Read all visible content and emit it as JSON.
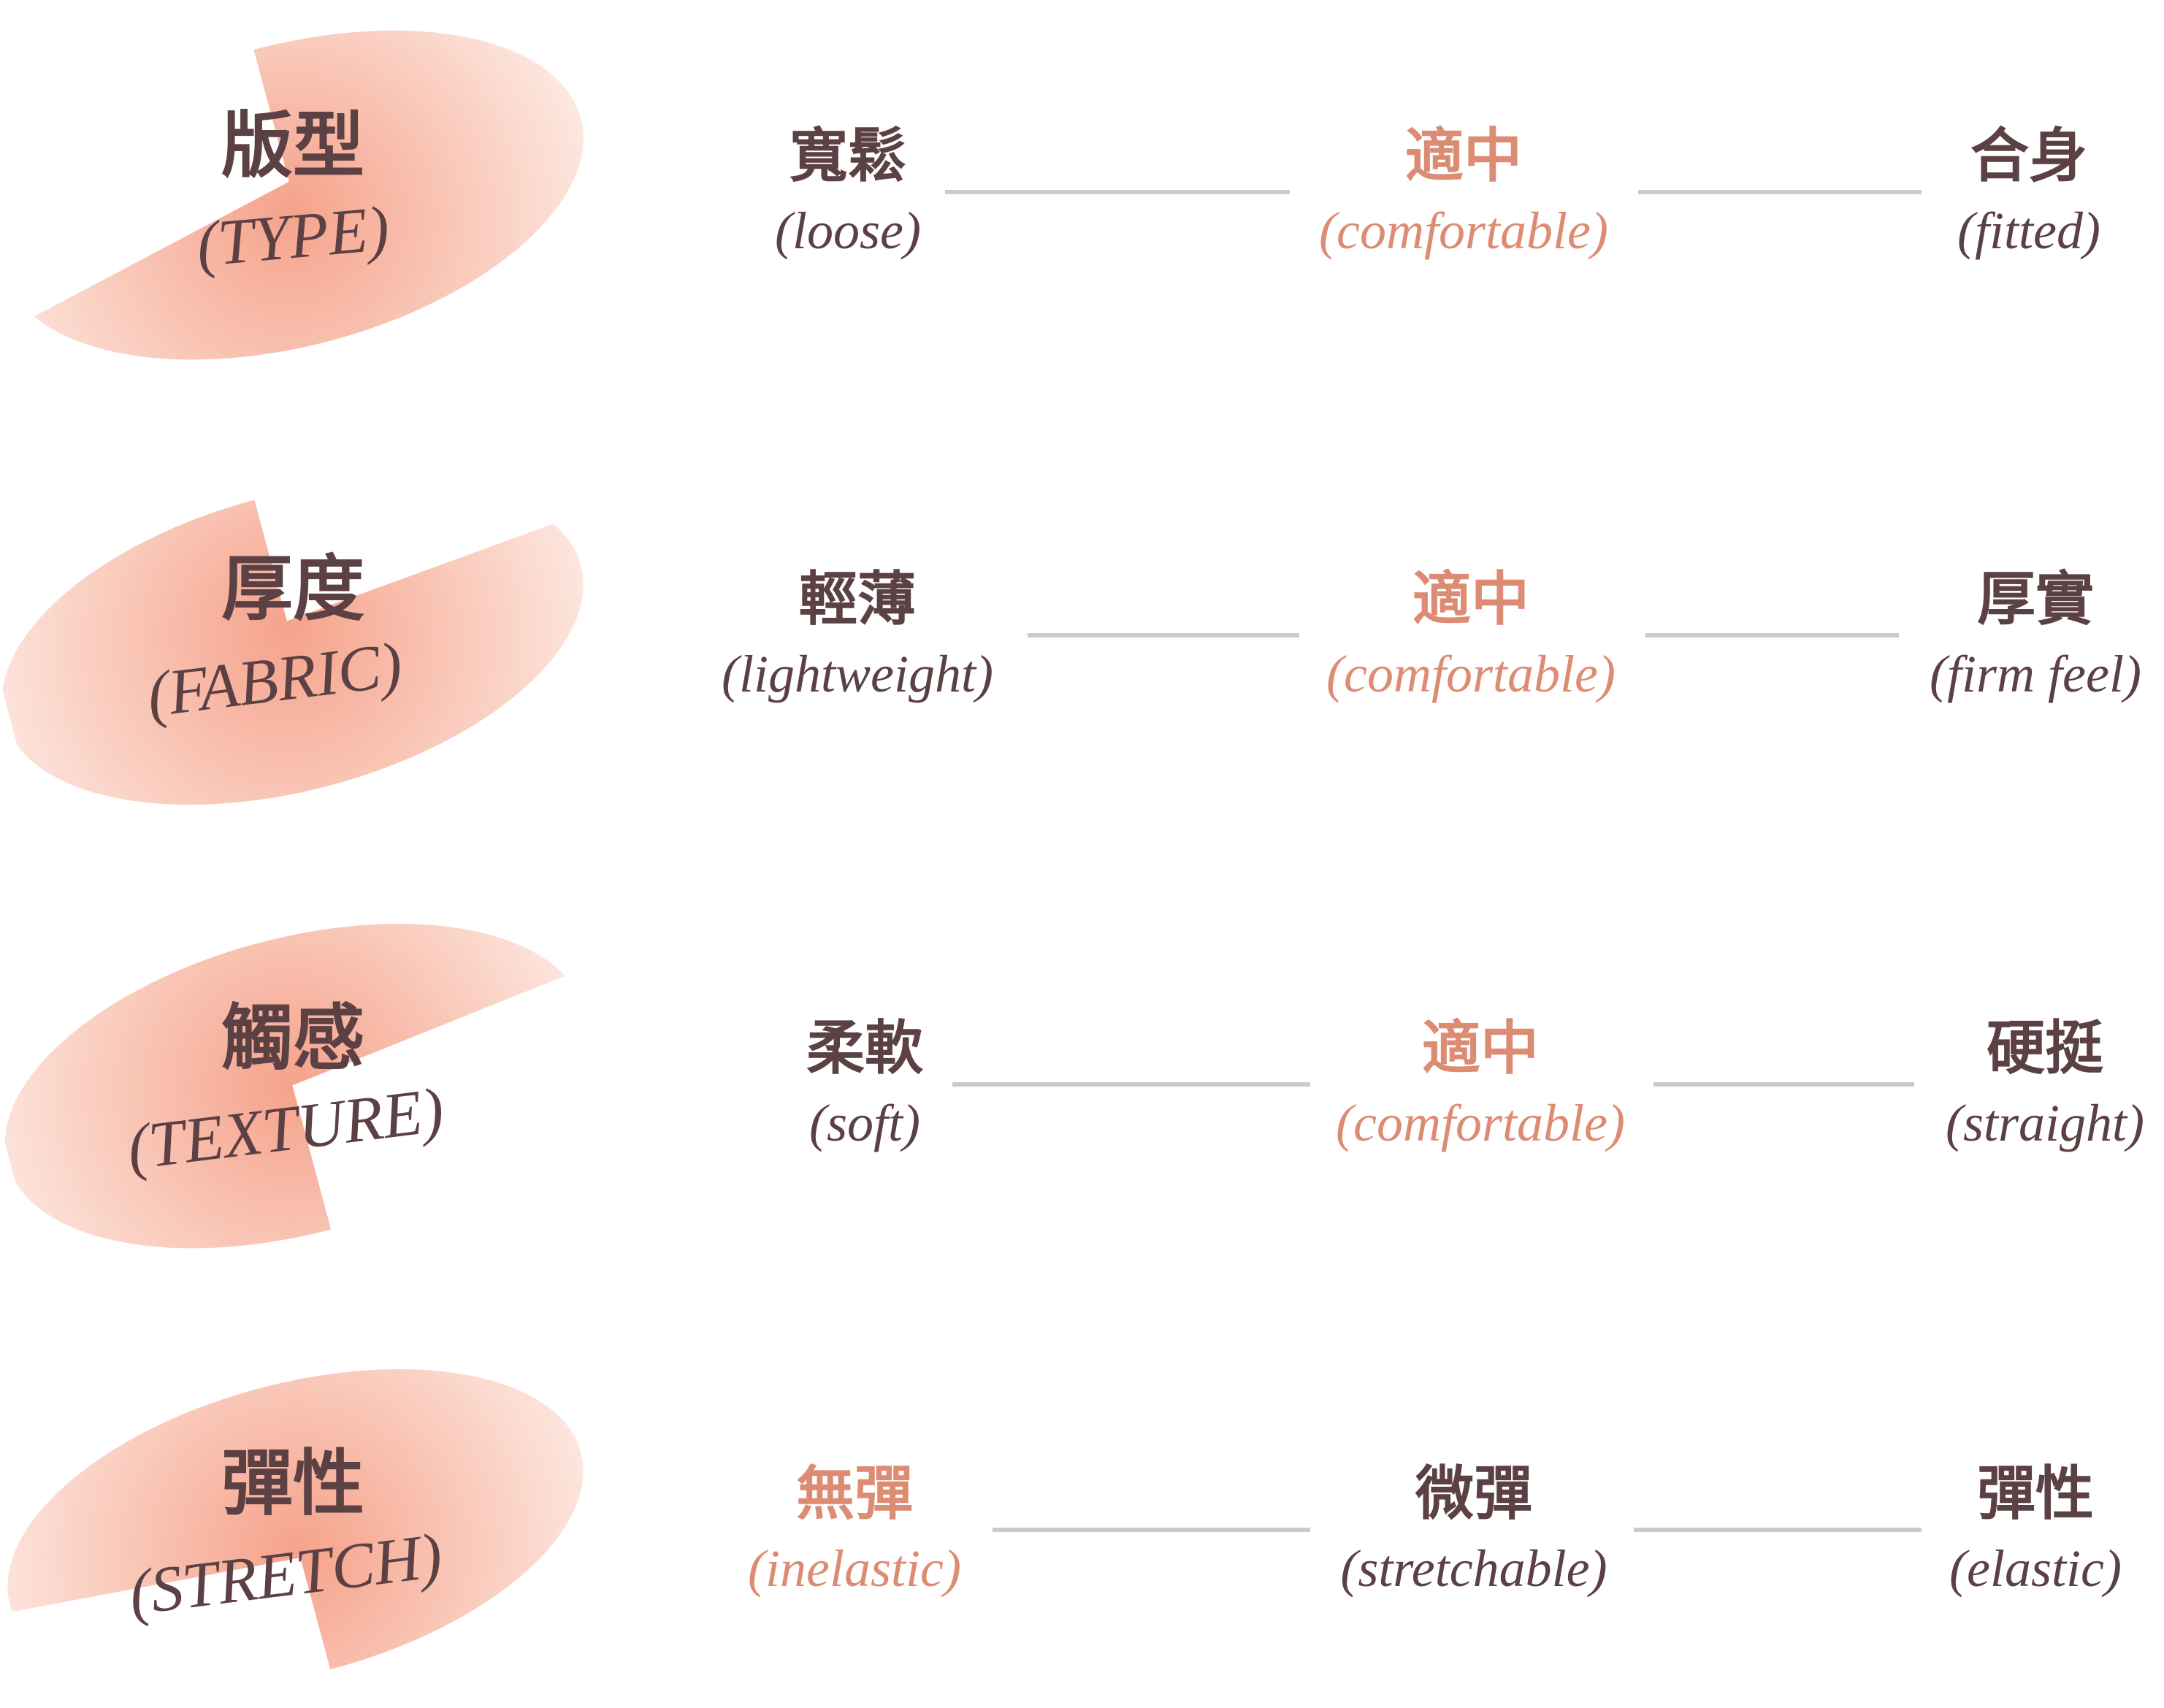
{
  "colors": {
    "text": "#5b4044",
    "highlight": "#dd8c74",
    "line": "#cccaca",
    "blob_inner": "#f5a28b",
    "blob_mid": "#f9c5b5",
    "blob_outer": "#fef0ea"
  },
  "rows": [
    {
      "label_zh": "版型",
      "label_en": "(TYPE)",
      "options": [
        {
          "zh": "寬鬆",
          "en": "(loose)",
          "selected": false
        },
        {
          "zh": "適中",
          "en": "(comfortable)",
          "selected": true
        },
        {
          "zh": "合身",
          "en": "(fitted)",
          "selected": false
        }
      ]
    },
    {
      "label_zh": "厚度",
      "label_en": "(FABRIC)",
      "options": [
        {
          "zh": "輕薄",
          "en": "(lightweight)",
          "selected": false
        },
        {
          "zh": "適中",
          "en": "(comfortable)",
          "selected": true
        },
        {
          "zh": "厚實",
          "en": "(firm feel)",
          "selected": false
        }
      ]
    },
    {
      "label_zh": "觸感",
      "label_en": "(TEXTURE)",
      "options": [
        {
          "zh": "柔軟",
          "en": "(soft)",
          "selected": false
        },
        {
          "zh": "適中",
          "en": "(comfortable)",
          "selected": true
        },
        {
          "zh": "硬挺",
          "en": "(straight)",
          "selected": false
        }
      ]
    },
    {
      "label_zh": "彈性",
      "label_en": "(STRETCH)",
      "options": [
        {
          "zh": "無彈",
          "en": "(inelastic)",
          "selected": true
        },
        {
          "zh": "微彈",
          "en": "(stretchable)",
          "selected": false
        },
        {
          "zh": "彈性",
          "en": "(elastic)",
          "selected": false
        }
      ]
    }
  ]
}
